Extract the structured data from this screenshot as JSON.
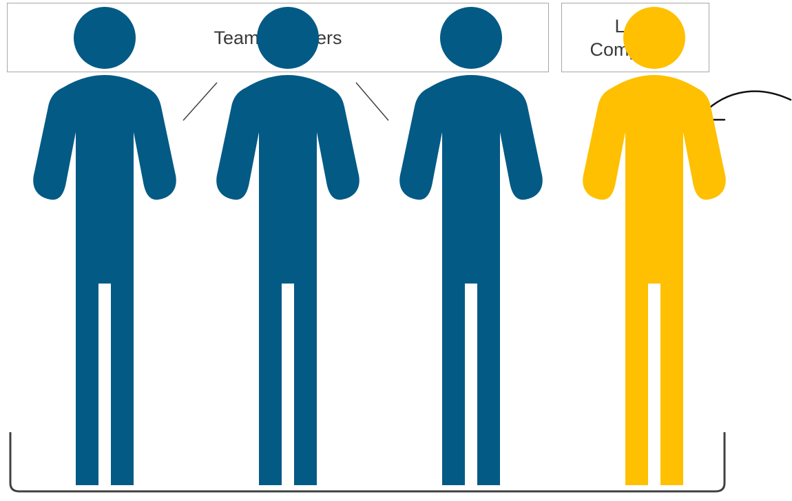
{
  "labels": {
    "team_members": "Team Members",
    "lead_competitor_line1": "Lead",
    "lead_competitor_line2": "Competitor"
  },
  "figures": [
    {
      "role": "team-member",
      "color": "#035a85"
    },
    {
      "role": "team-member",
      "color": "#035a85"
    },
    {
      "role": "team-member",
      "color": "#035a85"
    },
    {
      "role": "lead-competitor",
      "color": "#fec000"
    }
  ],
  "colors": {
    "team": "#035a85",
    "lead": "#fec000",
    "box_border": "#a6a6a6",
    "connector": "#404040",
    "bracket": "#404040"
  },
  "icons": {
    "arrow": "curved-arrow-icon",
    "bracket": "bracket-icon",
    "person": "person-icon"
  }
}
